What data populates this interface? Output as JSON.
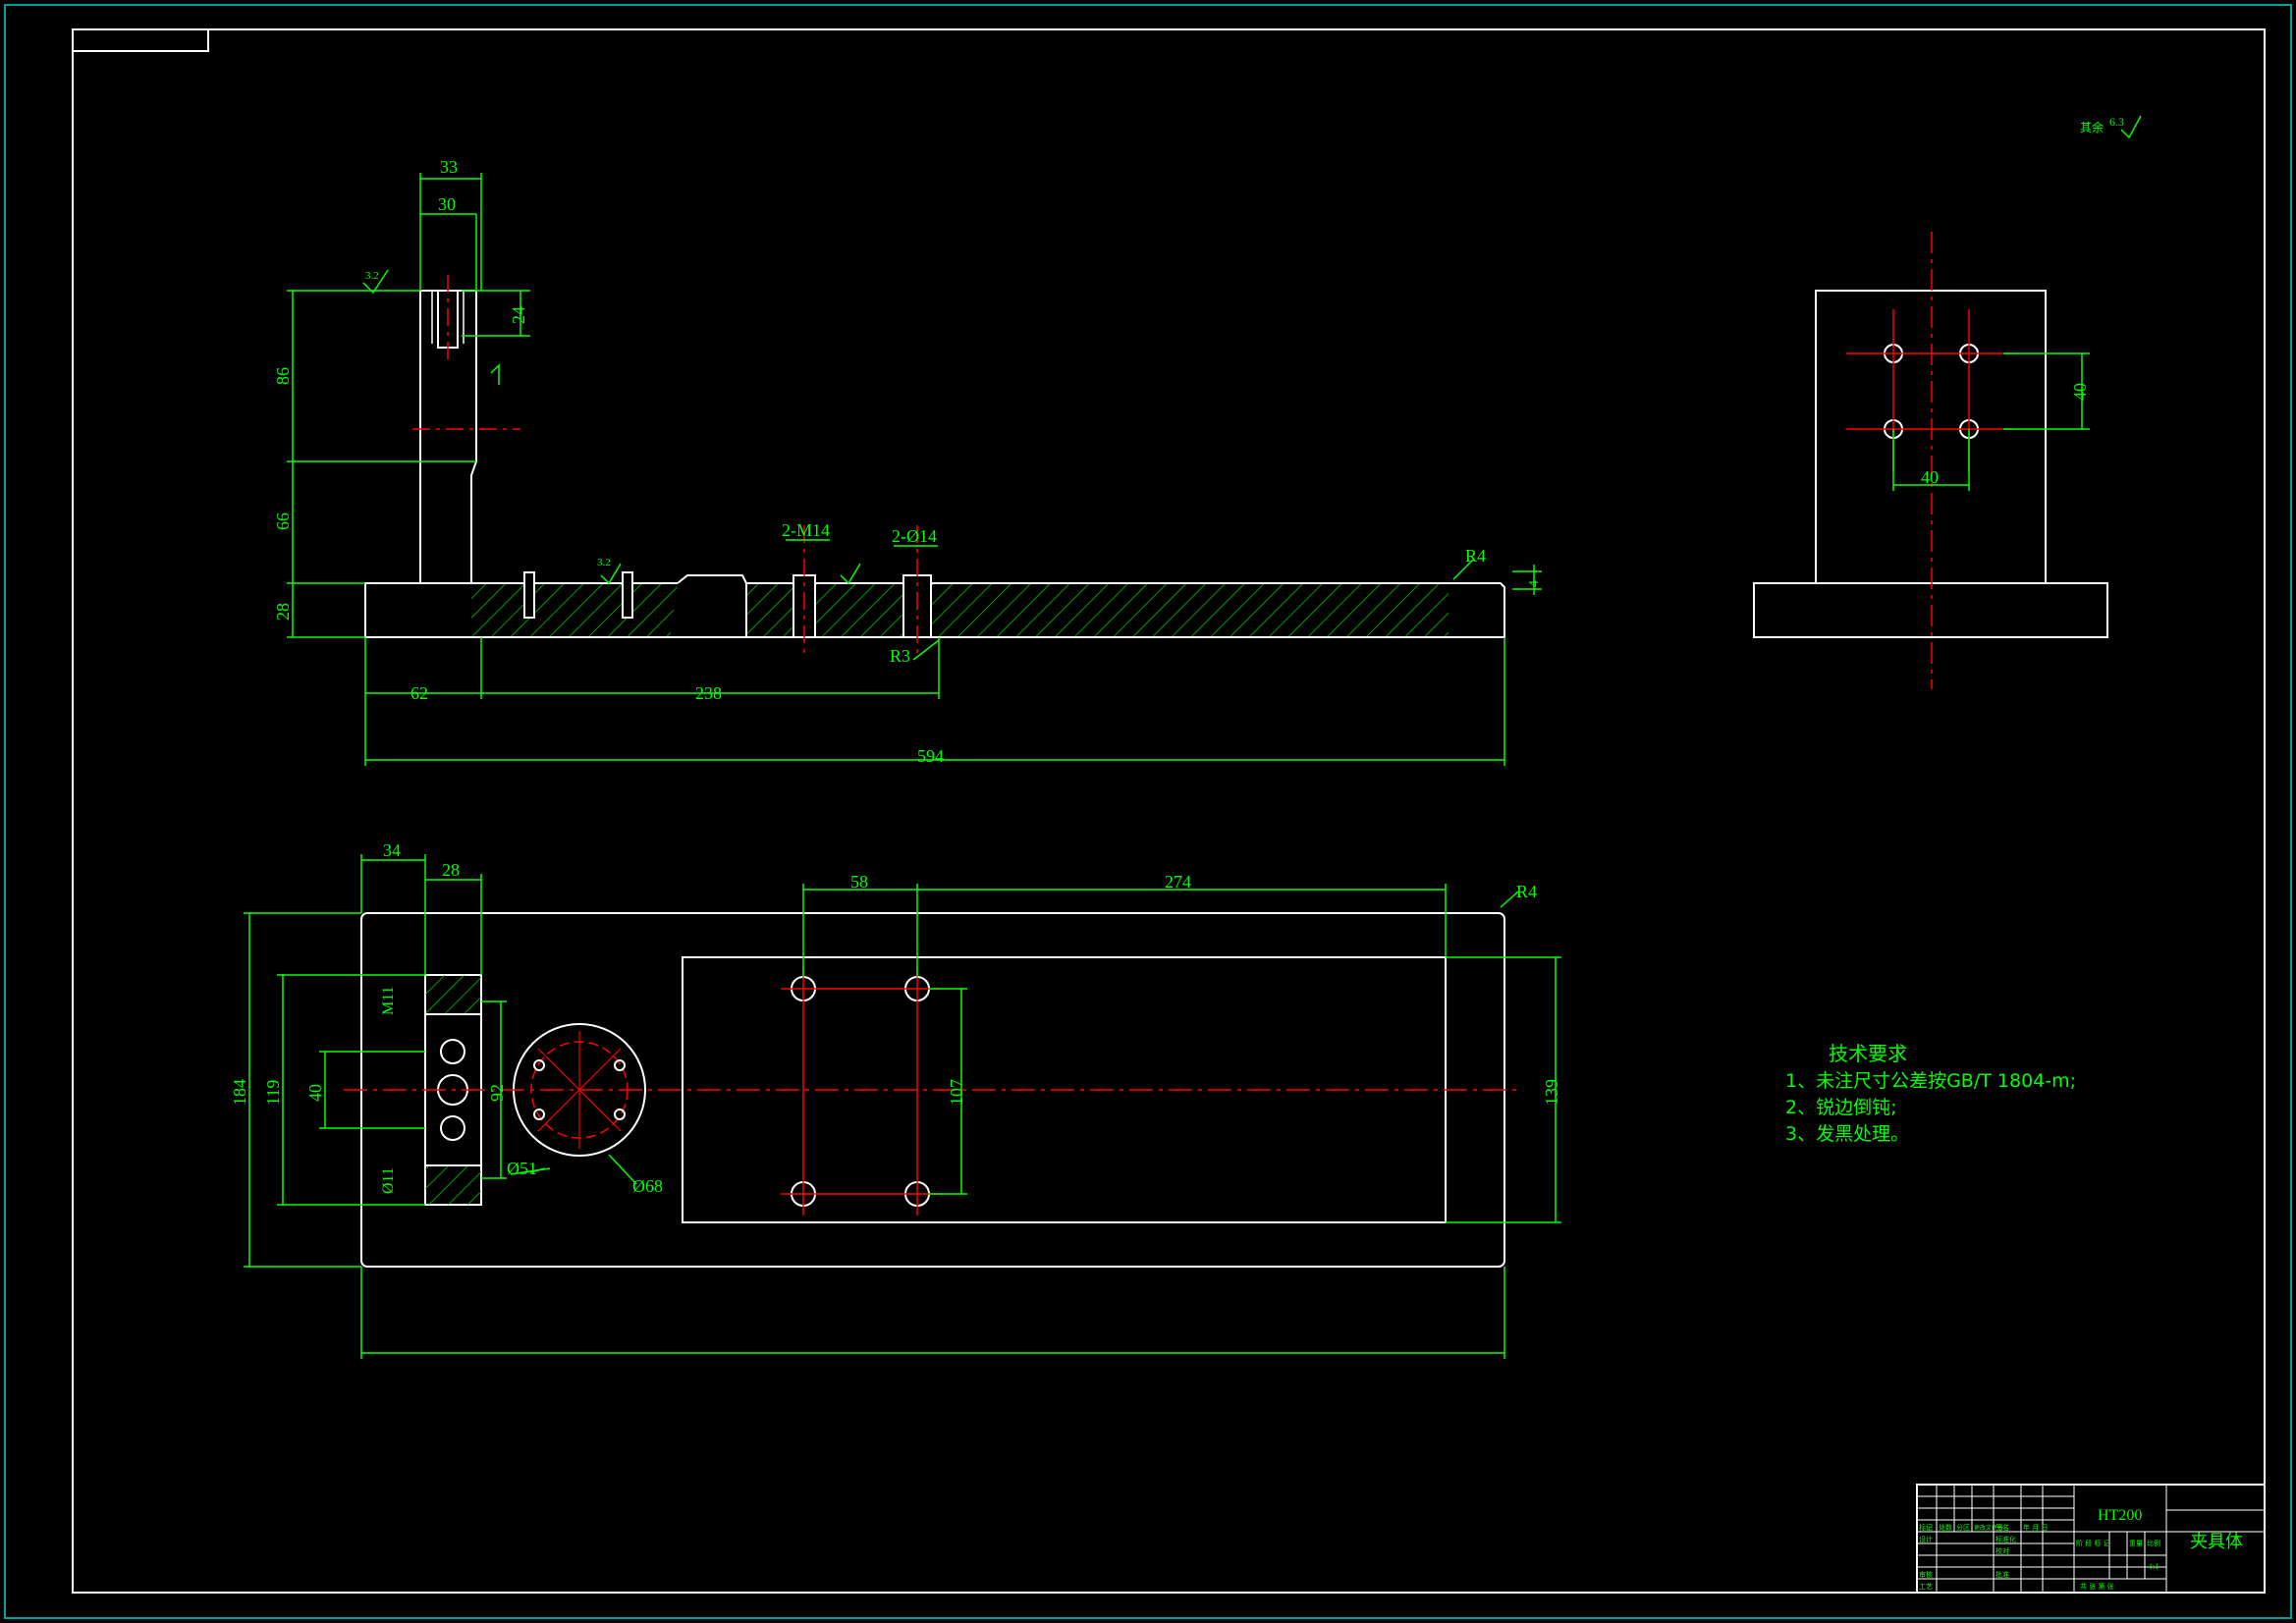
{
  "colors": {
    "background": "#000000",
    "outline": "#ffffff",
    "dimension": "#00ff00",
    "centerline": "#ff0000",
    "hatch": "#00c800",
    "border": "#00a0a0"
  },
  "front_view": {
    "dims": {
      "d33": "33",
      "d30": "30",
      "d24": "24",
      "d86": "86",
      "d66": "66",
      "d28": "28",
      "d62": "62",
      "d238": "238",
      "d594": "594",
      "d2m14": "2-M14",
      "d2o14": "2-Ø14",
      "r4": "R4",
      "r3": "R3",
      "d4": "4",
      "rough_left": "3.2",
      "rough_mid": "3.2"
    }
  },
  "side_view": {
    "dims": {
      "d40v": "40",
      "d40h": "40"
    },
    "surface_note": "其余",
    "surface_value": "6.3"
  },
  "top_view": {
    "dims": {
      "d34": "34",
      "d28": "28",
      "d58": "58",
      "d274": "274",
      "r4": "R4",
      "d184": "184",
      "d119": "119",
      "d40": "40",
      "d92": "92",
      "d107": "107",
      "d139": "139",
      "m11a": "M11",
      "m11b": "Ø11",
      "o51": "Ø51",
      "o68": "Ø68"
    }
  },
  "tech_requirements": {
    "title": "技术要求",
    "items": [
      "1、未注尺寸公差按GB/T 1804-m;",
      "2、锐边倒钝;",
      "3、发黑处理。"
    ]
  },
  "title_block": {
    "material": "HT200",
    "part_name": "夹具体",
    "scale": "1:1",
    "row_headers": [
      "标记",
      "处数",
      "分区",
      "更改文件号",
      "签名",
      "年 月 日"
    ],
    "labels": {
      "design": "设计",
      "standardize": "标准化",
      "review": "审核",
      "craft": "工艺",
      "proofread": "校对",
      "approve": "批准",
      "stage_mark": "阶 段 标 记",
      "weight": "重量",
      "ratio": "比例",
      "sheets": "共 张 第 张"
    }
  }
}
